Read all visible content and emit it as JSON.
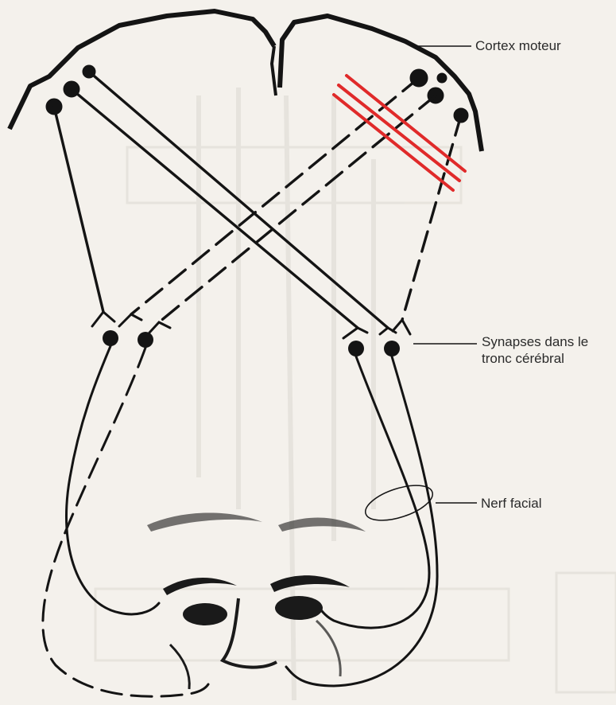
{
  "labels": {
    "cortex": "Cortex moteur",
    "synapses_line1": "Synapses dans le",
    "synapses_line2": "tronc cérébral",
    "nerf": "Nerf facial"
  },
  "colors": {
    "background": "#f4f1ec",
    "ink": "#141414",
    "lesion": "#e02a2a",
    "faded_background_print": "#e4e1dc"
  }
}
